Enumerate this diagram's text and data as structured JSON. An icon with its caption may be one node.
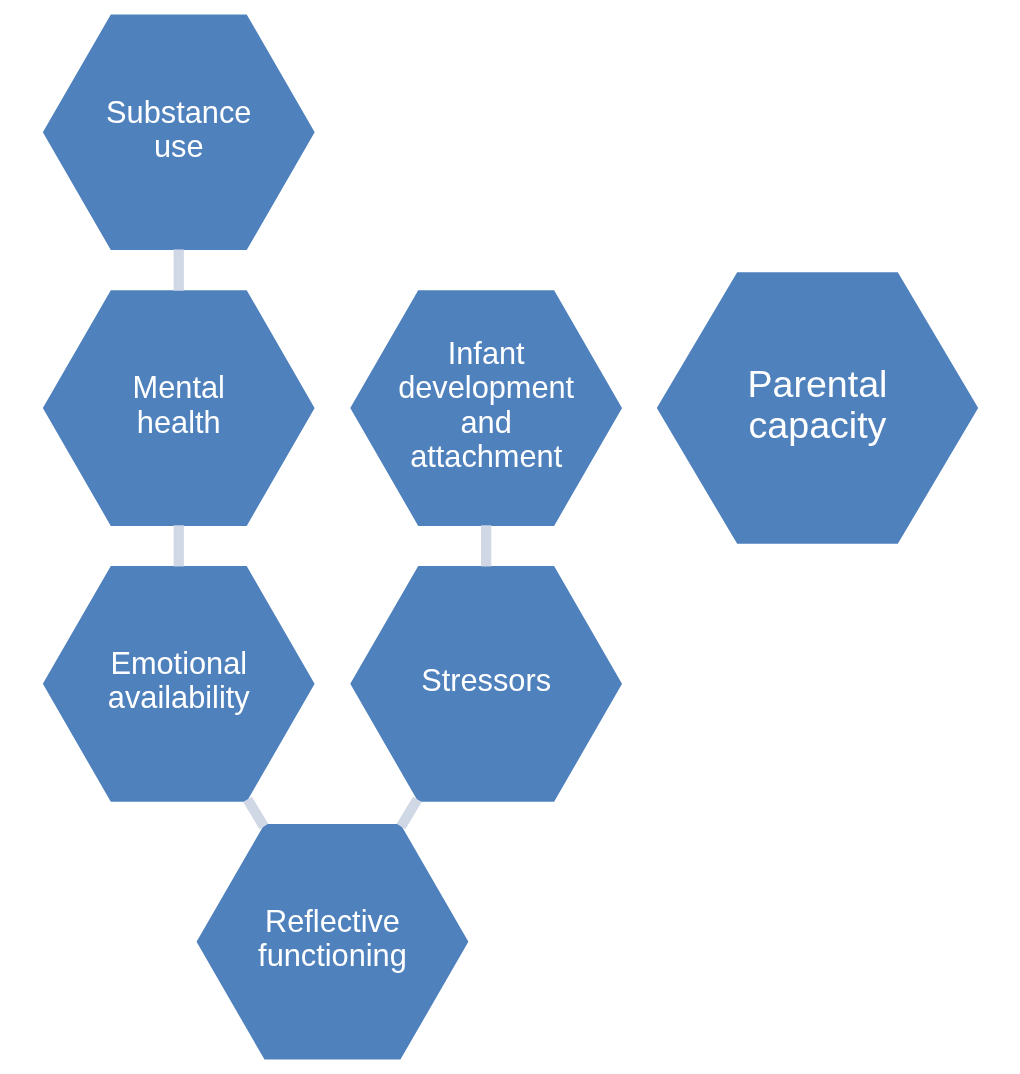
{
  "diagram": {
    "nodes": [
      {
        "text": [
          "Substance use"
        ]
      },
      {
        "text": [
          "Mental health"
        ]
      },
      {
        "text": [
          "Infant development and attachment"
        ]
      },
      {
        "text": [
          "Parental capacity"
        ]
      },
      {
        "text": [
          "Emotional availability"
        ]
      },
      {
        "text": [
          "Stressors"
        ]
      },
      {
        "text": [
          "Reflective functioning"
        ]
      }
    ],
    "edges": [
      {
        "from": 0,
        "to": 1,
        "arrow": "none"
      },
      {
        "from": 1,
        "to": 4,
        "arrow": "none"
      },
      {
        "from": 2,
        "to": 5,
        "arrow": "none"
      },
      {
        "from": 4,
        "to": 6,
        "arrow": "none"
      },
      {
        "from": 5,
        "to": 6,
        "arrow": "none"
      }
    ]
  }
}
